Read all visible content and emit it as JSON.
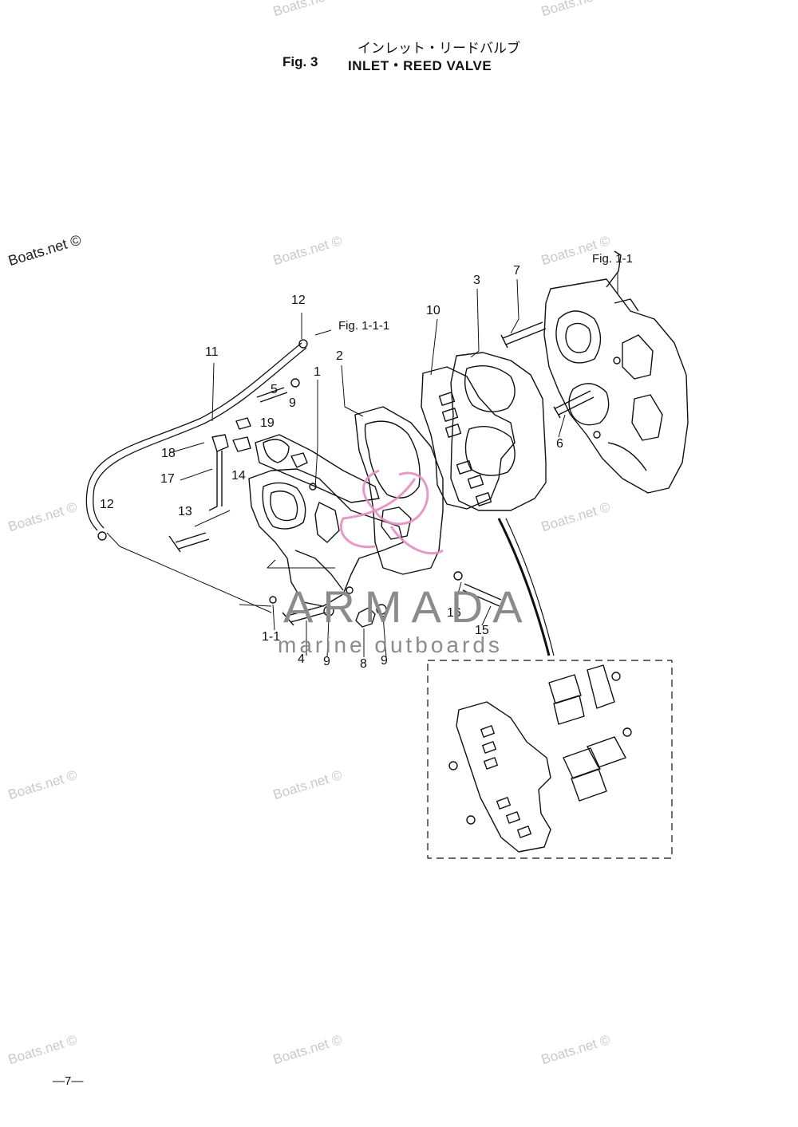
{
  "title": {
    "japanese": "インレット・リードバルブ",
    "figure": "Fig. 3",
    "name": "INLET・REED VALVE"
  },
  "watermarks": {
    "primary": "Boats.net ©",
    "faded": "Boats.net ©"
  },
  "figure_refs": {
    "fig_1_1": "Fig. 1-1",
    "fig_1_1_1": "Fig. 1-1-1"
  },
  "callouts": [
    "1",
    "1-1",
    "2",
    "3",
    "4",
    "5",
    "6",
    "7",
    "8",
    "9",
    "9",
    "9",
    "10",
    "11",
    "12",
    "12",
    "13",
    "14",
    "15",
    "16",
    "17",
    "18",
    "19"
  ],
  "brand": {
    "name": "ARMADA",
    "tagline": "marine outboards",
    "color": "#8b8b8b",
    "logo_color": "#e58fc0"
  },
  "page_number": "—7—"
}
